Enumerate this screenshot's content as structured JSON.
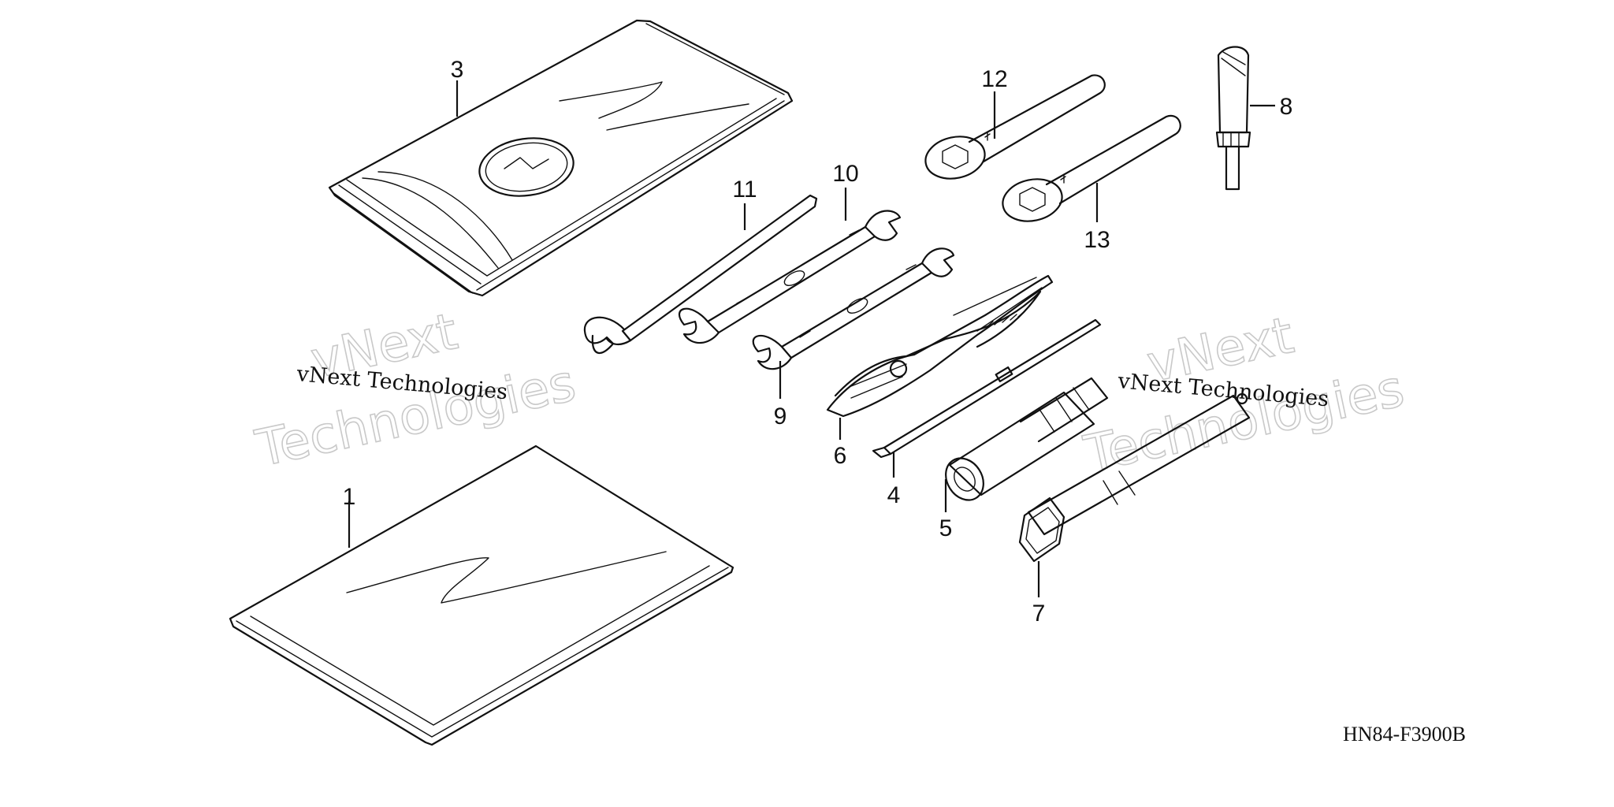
{
  "diagram": {
    "code": "HN84-F3900B",
    "watermark": {
      "line1": "vNext",
      "line2": "Technologies",
      "small": "vNext Technologies"
    },
    "callouts": [
      "1",
      "3",
      "4",
      "5",
      "6",
      "7",
      "8",
      "9",
      "10",
      "11",
      "12",
      "13"
    ]
  }
}
